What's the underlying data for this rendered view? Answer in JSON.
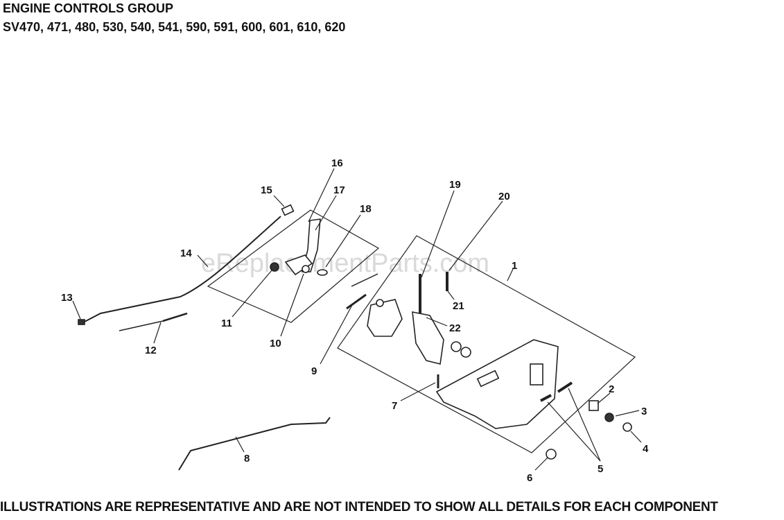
{
  "header": {
    "title": "ENGINE CONTROLS GROUP",
    "models": "SV470, 471, 480, 530, 540, 541, 590, 591, 600, 601, 610, 620"
  },
  "watermark": "eReplacementParts.com",
  "footer": "ILLUSTRATIONS ARE REPRESENTATIVE AND ARE NOT INTENDED TO SHOW ALL DETAILS FOR EACH COMPONENT",
  "callouts": {
    "c1": "1",
    "c2": "2",
    "c3": "3",
    "c4": "4",
    "c5": "5",
    "c6": "6",
    "c7": "7",
    "c8": "8",
    "c9": "9",
    "c10": "10",
    "c11": "11",
    "c12": "12",
    "c13": "13",
    "c14": "14",
    "c15": "15",
    "c16": "16",
    "c17": "17",
    "c18": "18",
    "c19": "19",
    "c20": "20",
    "c21": "21",
    "c22": "22"
  }
}
